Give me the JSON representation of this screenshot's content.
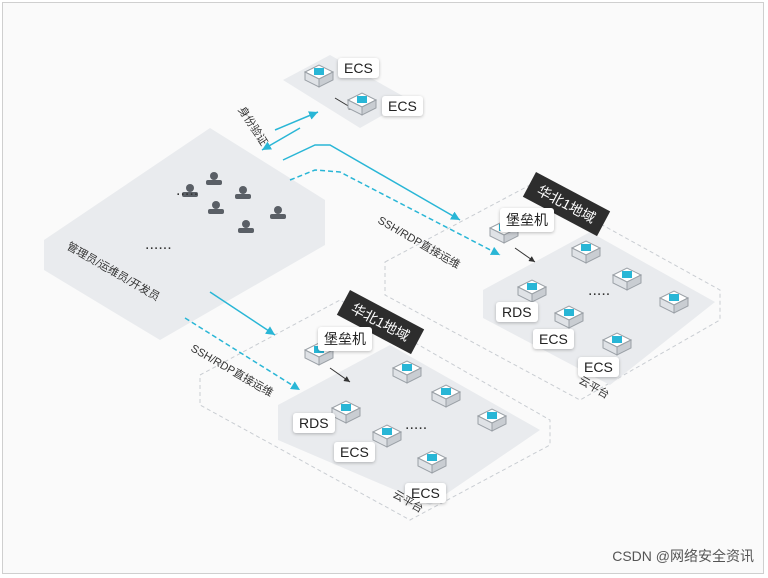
{
  "labels": {
    "ecs": "ECS",
    "rds": "RDS",
    "bastion": "堡垒机",
    "region": "华北1地域",
    "cloud_platform": "云平台",
    "identity_auth": "身份验证",
    "ssh_rdp": "SSH/RDP直接运维",
    "users": "管理员/运维员/开发员",
    "ellipsis_long": "......",
    "ellipsis_short": "....."
  },
  "watermark": "CSDN @网络安全资讯",
  "colors": {
    "arrow": "#29b6d6",
    "panel": "#e9ebee",
    "dashed": "#c9cdd2",
    "tag_bg": "#2d2d2d",
    "icon_face": "#29b6d6"
  }
}
